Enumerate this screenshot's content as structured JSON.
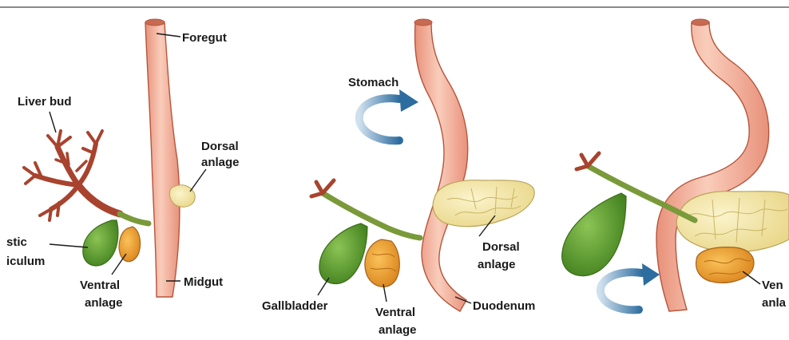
{
  "panels": [
    {
      "labels": {
        "foregut": "Foregut",
        "liver_bud": "Liver bud",
        "dorsal_anlage_1": "Dorsal",
        "dorsal_anlage_2": "anlage",
        "cystic_diverticulum_1": "stic",
        "cystic_diverticulum_2": "iculum",
        "ventral_anlage_1": "Ventral",
        "ventral_anlage_2": "anlage",
        "midgut": "Midgut"
      }
    },
    {
      "labels": {
        "stomach": "Stomach",
        "dorsal_anlage_1": "Dorsal",
        "dorsal_anlage_2": "anlage",
        "gallbladder": "Gallbladder",
        "ventral_anlage_1": "Ventral",
        "ventral_anlage_2": "anlage",
        "duodenum": "Duodenum"
      }
    },
    {
      "labels": {
        "ventral_anlage_1": "Ven",
        "ventral_anlage_2": "anla"
      }
    }
  ],
  "colors": {
    "gut": "#f2b5a0",
    "gut_outline": "#b5553d",
    "liver": "#a8432e",
    "gallbladder": "#5f9f2c",
    "pancreas_dorsal": "#f3e7a6",
    "pancreas_ventral": "#f0a234",
    "duct": "#7a9a3a",
    "rotation_arrow": "#2d6c9e"
  }
}
